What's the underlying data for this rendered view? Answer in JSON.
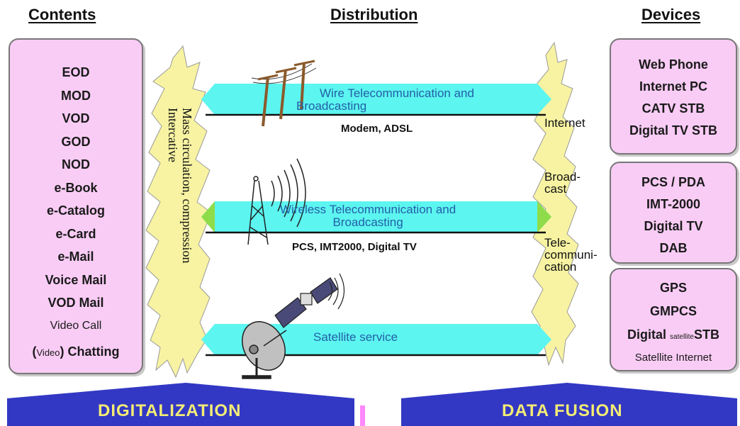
{
  "headers": {
    "contents": "Contents",
    "distribution": "Distribution",
    "devices": "Devices"
  },
  "contents_items": [
    "EOD",
    "MOD",
    "VOD",
    "GOD",
    "NOD",
    "e-Book",
    "e-Catalog",
    "e-Card",
    "e-Mail",
    "Voice Mail",
    "VOD Mail",
    "Video Call"
  ],
  "contents_last": {
    "prefix": "(",
    "small": "Video",
    "suffix": ") Chatting"
  },
  "mass_label": {
    "line1": "Mass circulation, compression",
    "line2": "Intercative"
  },
  "pipes": {
    "wire": {
      "line1": "Wire Telecommunication and",
      "line2": "Broadcasting",
      "caption": "Modem, ADSL"
    },
    "wireless": {
      "line1": "Wireless Telecommunication and",
      "line2": "Broadcasting",
      "caption": "PCS, IMT2000, Digital TV"
    },
    "satellite": {
      "line1": "Satellite service"
    }
  },
  "right_labels": {
    "internet": "Internet",
    "broadcast": {
      "line1": "Broad-",
      "line2": "cast"
    },
    "telecom": {
      "line1": "Tele-",
      "line2": "communi-",
      "line3": "cation"
    }
  },
  "devices": {
    "group1": [
      "Web Phone",
      "Internet PC",
      "CATV STB",
      "Digital TV STB"
    ],
    "group2": [
      "PCS / PDA",
      "IMT-2000",
      "Digital TV",
      "DAB"
    ],
    "group3": {
      "items": [
        "GPS",
        "GMPCS"
      ],
      "dsat_pre": "Digital ",
      "dsat_small": "satellite",
      "dsat_post": "STB",
      "last": "Satellite Internet"
    }
  },
  "banners": {
    "left": "DIGITALIZATION",
    "right": "DATA  FUSION"
  },
  "colors": {
    "box_fill": "#f9ccf5",
    "pipe_fill": "#5cf5f0",
    "burst_fill": "#f7f3a2",
    "banner_fill": "#3338c4",
    "banner_text": "#f3ec74",
    "pipe_text": "#2360a8"
  },
  "icons": [
    "telephone-pole-icon",
    "radio-tower-icon",
    "satellite-icon",
    "satellite-dish-icon"
  ]
}
